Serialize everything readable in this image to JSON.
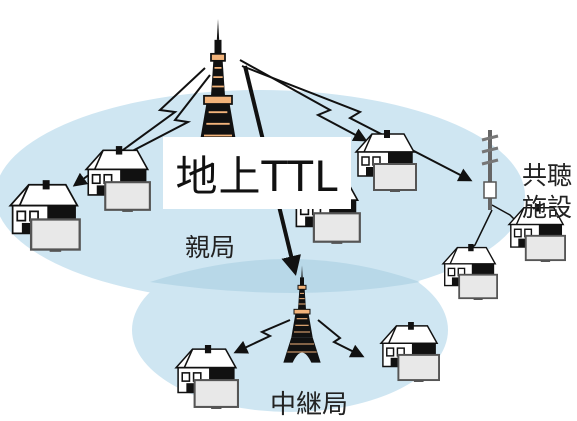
{
  "diagram": {
    "title": "地上TTL",
    "parent_station_label": "親局",
    "relay_station_label": "中継局",
    "shared_facility_label_line1": "共聴",
    "shared_facility_label_line2": "施設"
  },
  "colors": {
    "coverage_area": "#cfe6f2",
    "overlap_area": "#b8d8e8",
    "tower_light": "#f2b37a",
    "tower_dark": "#111111",
    "tv_screen": "#e8e8e8",
    "arrow": "#111111"
  },
  "icons": [
    "broadcast-tower-icon",
    "house-icon",
    "television-icon",
    "antenna-mast-icon"
  ]
}
